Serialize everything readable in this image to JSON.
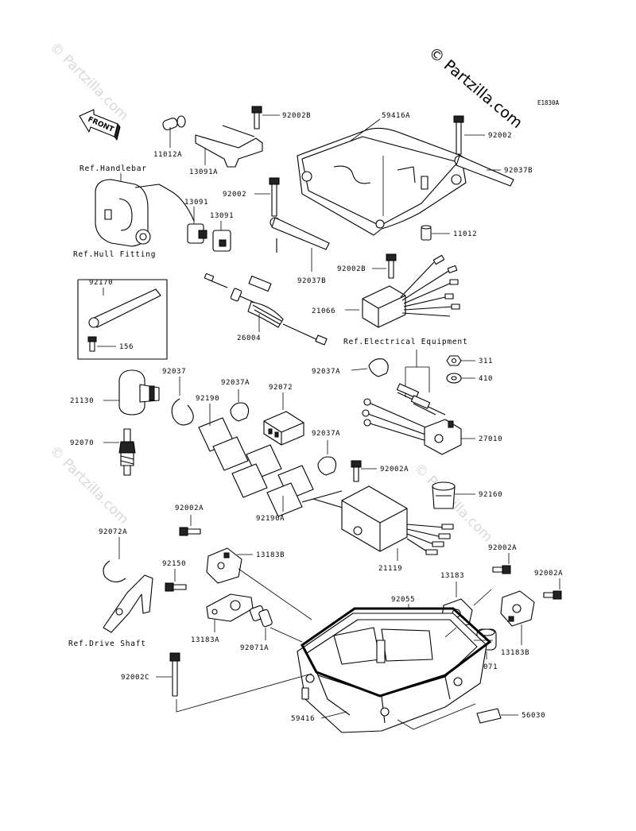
{
  "copyright": "© Partzilla.com",
  "watermark": "© Partzilla.com",
  "diagram_code": "E1830A",
  "front_label": "FRONT",
  "references": {
    "handlebar": "Ref.Handlebar",
    "hull_fitting": "Ref.Hull Fitting",
    "electrical_equipment": "Ref.Electrical Equipment",
    "drive_shaft": "Ref.Drive Shaft"
  },
  "parts": {
    "p92002b_top": "92002B",
    "p59416a": "59416A",
    "p92002_right": "92002",
    "p92037b_right": "92037B",
    "p11012a": "11012A",
    "p13091a": "13091A",
    "p13091_1": "13091",
    "p13091_2": "13091",
    "p92002_left": "92002",
    "p11012": "11012",
    "p92037b_left": "92037B",
    "p92002b_mid": "92002B",
    "p92170": "92170",
    "p156": "156",
    "p21066": "21066",
    "p26004": "26004",
    "p311": "311",
    "p410": "410",
    "p92037_clip": "92037",
    "p92037a_1": "92037A",
    "p92072": "92072",
    "p92037a_2": "92037A",
    "p21130": "21130",
    "p92190": "92190",
    "p27010": "27010",
    "p92037a_3": "92037A",
    "p92070": "92070",
    "p92002a_1": "92002A",
    "p92160": "92160",
    "p92190a": "92190A",
    "p92002a_2": "92002A",
    "p92072a": "92072A",
    "p21119": "21119",
    "p92002a_3": "92002A",
    "p13183b_1": "13183B",
    "p13183": "13183",
    "p92002a_4": "92002A",
    "p92150": "92150",
    "p92055": "92055",
    "p13183a": "13183A",
    "p92071a": "92071A",
    "p13183b_2": "13183B",
    "p92071": "92071",
    "p92002c": "92002C",
    "p59416": "59416",
    "p56030": "56030"
  }
}
